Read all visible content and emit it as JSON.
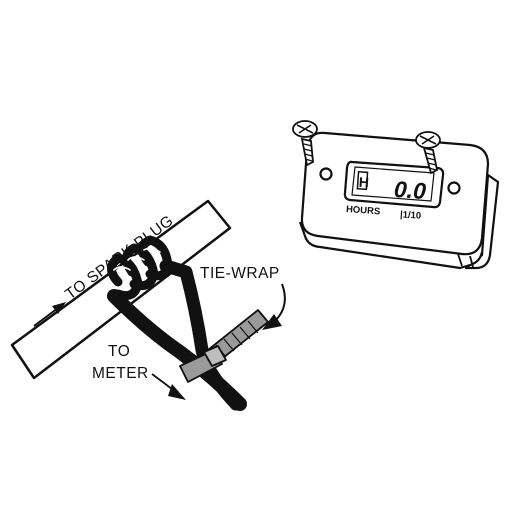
{
  "labels": {
    "spark_plug": "TO SPARK PLUG",
    "tie_wrap": "TIE-WRAP",
    "meter_line1": "TO",
    "meter_line2": "METER"
  },
  "meter": {
    "lcd_icon": "H",
    "lcd_value": "0.0",
    "hours_label": "HOURS",
    "tenths_label": "|1/10"
  },
  "colors": {
    "ink": "#111111",
    "wire": "#111111",
    "tie_wrap": "#9a9a9a",
    "background": "#ffffff"
  }
}
